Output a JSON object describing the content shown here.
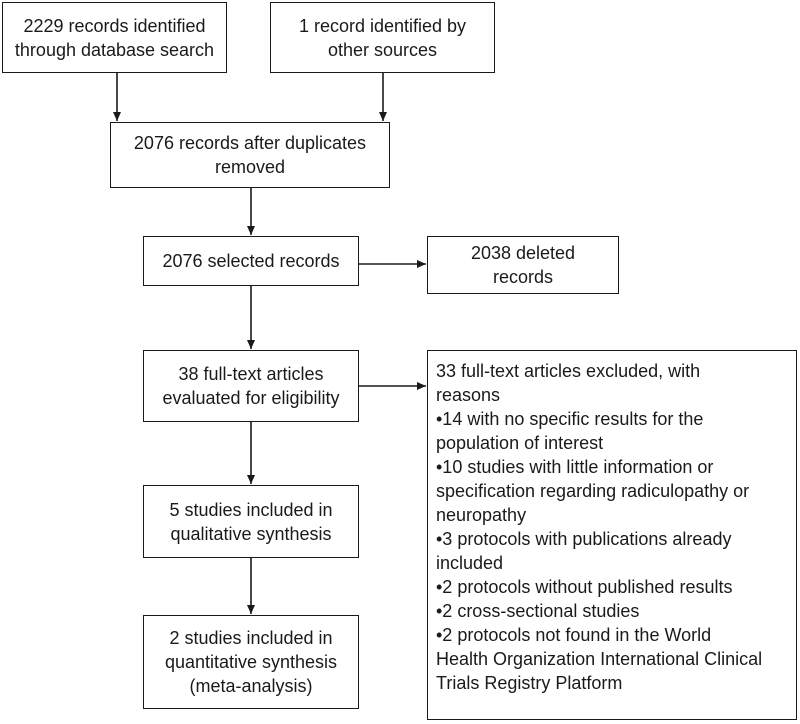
{
  "boxes": {
    "database_search": [
      "2229 records identified",
      "through database search"
    ],
    "other_sources": [
      "1 record identified by",
      "other sources"
    ],
    "after_duplicates": [
      "2076 records after duplicates",
      "removed"
    ],
    "selected": [
      "2076 selected records"
    ],
    "deleted": [
      "2038 deleted",
      "records"
    ],
    "full_text": [
      "38 full-text articles",
      "evaluated for eligibility"
    ],
    "qualitative": [
      "5 studies included in",
      "qualitative synthesis"
    ],
    "quantitative": [
      "2 studies included in",
      "quantitative synthesis",
      "(meta-analysis)"
    ],
    "excluded": [
      "33 full-text articles excluded, with",
      "reasons",
      "•14 with no specific results for the",
      "population of interest",
      "•10 studies with little information or",
      "specification regarding radiculopathy or",
      "neuropathy",
      "•3 protocols with publications already",
      "included",
      "•2 protocols without published results",
      "•2 cross-sectional studies",
      "•2 protocols not found in the World",
      "Health Organization International Clinical",
      "Trials Registry Platform"
    ]
  },
  "colors": {
    "stroke": "#1a1a1a",
    "background": "#ffffff"
  }
}
